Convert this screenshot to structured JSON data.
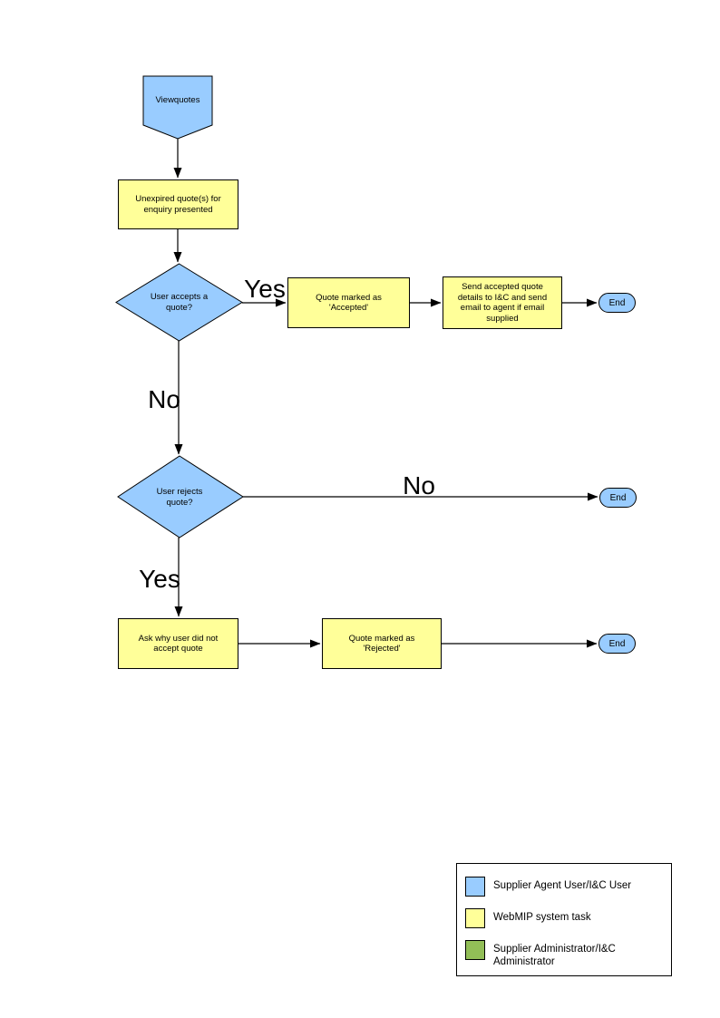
{
  "page": {
    "background": "#FFFFFF"
  },
  "colors": {
    "user_shape_fill": "#99CCFF",
    "system_task_fill": "#FFFF99",
    "admin_fill": "#92BE57",
    "shape_border": "#000000",
    "connector": "#000000",
    "text": "#000000"
  },
  "nodes": {
    "start": {
      "label": "Viewquotes"
    },
    "present_quotes": {
      "label": "Unexpired quote(s) for enquiry presented"
    },
    "accept_decision": {
      "label": "User accepts a quote?"
    },
    "mark_accepted": {
      "label": "Quote marked as 'Accepted'"
    },
    "send_details": {
      "label": "Send accepted quote details to I&C and send email to agent if email supplied"
    },
    "reject_decision": {
      "label": "User rejects quote?"
    },
    "ask_why": {
      "label": "Ask why user did not accept quote"
    },
    "mark_rejected": {
      "label": "Quote marked as 'Rejected'"
    }
  },
  "terminators": {
    "end1": "End",
    "end2": "End",
    "end3": "End"
  },
  "edge_labels": {
    "accept_yes": "Yes",
    "accept_no": "No",
    "reject_no": "No",
    "reject_yes": "Yes"
  },
  "legend": {
    "items": [
      {
        "swatch_color": "#99CCFF",
        "label": "Supplier Agent User/I&C User"
      },
      {
        "swatch_color": "#FFFF99",
        "label": "WebMIP system task"
      },
      {
        "swatch_color": "#92BE57",
        "label": "Supplier Administrator/I&C Administrator"
      }
    ]
  }
}
